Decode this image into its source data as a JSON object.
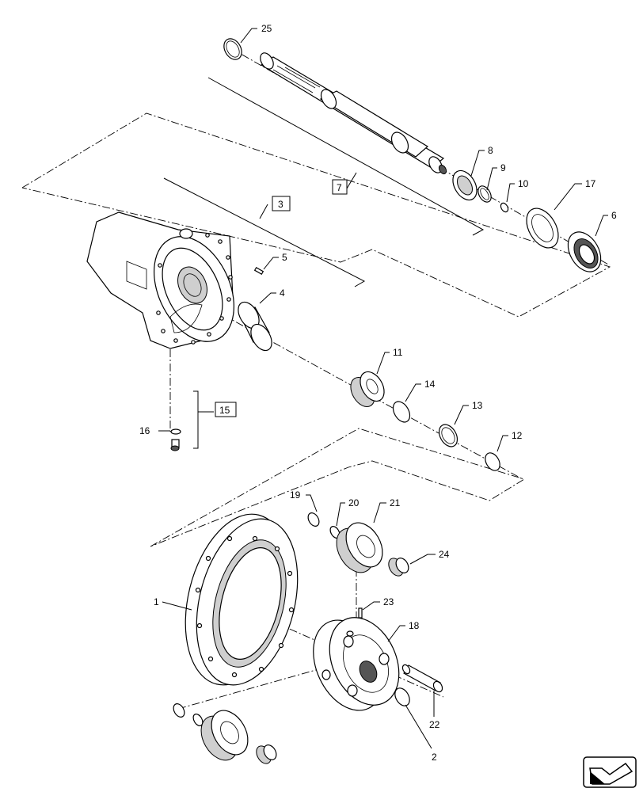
{
  "callouts": {
    "c1": "1",
    "c2": "2",
    "c3": "3",
    "c4": "4",
    "c5": "5",
    "c6": "6",
    "c7": "7",
    "c8": "8",
    "c9": "9",
    "c10": "10",
    "c11": "11",
    "c12": "12",
    "c13": "13",
    "c14": "14",
    "c15": "15",
    "c16": "16",
    "c17": "17",
    "c18": "18",
    "c19": "19",
    "c20": "20",
    "c21": "21",
    "c22": "22",
    "c23": "23",
    "c24": "24",
    "c25": "25"
  },
  "icons": {
    "corner": "navigation-arrow-icon"
  },
  "colors": {
    "line": "#000000",
    "shade": "#cfcfcf",
    "background": "#ffffff"
  }
}
